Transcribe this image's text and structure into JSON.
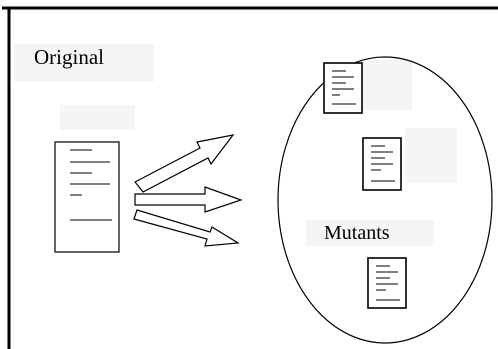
{
  "diagram": {
    "original_label": "Original",
    "mutants_label": "Mutants",
    "mutant_count": 3,
    "arrow_count": 3,
    "colors": {
      "stroke": "#000000",
      "background": "#ffffff",
      "label_box": "#f5f5f5"
    },
    "icons": [
      "document-icon",
      "arrow-icon",
      "mutant-document-icon"
    ]
  }
}
